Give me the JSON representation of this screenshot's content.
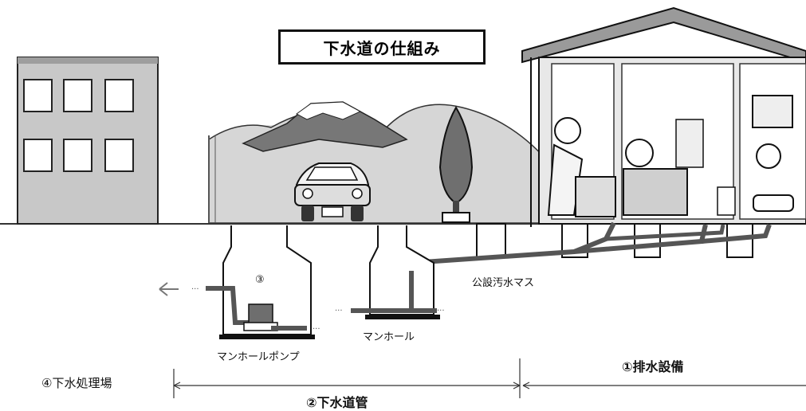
{
  "title": "下水道の仕組み",
  "labels": {
    "drainage_equipment": "①排水設備",
    "sewer_pipe": "②下水道管",
    "manhole_pump_number": "③",
    "treatment_plant": "④下水処理場",
    "public_sewage_basin": "公設汚水マス",
    "manhole": "マンホール",
    "manhole_pump": "マンホールポンプ"
  },
  "colors": {
    "ground_gray": "#b3b3b3",
    "building": "#c8c8c8",
    "mountain": "#7a7a7a",
    "hill": "#cfcfcf",
    "line": "#111111"
  },
  "icons": [
    "flow-arrow-left-icon",
    "building-icon",
    "car-icon",
    "tree-icon",
    "house-icon",
    "manhole-icon",
    "pump-icon"
  ]
}
